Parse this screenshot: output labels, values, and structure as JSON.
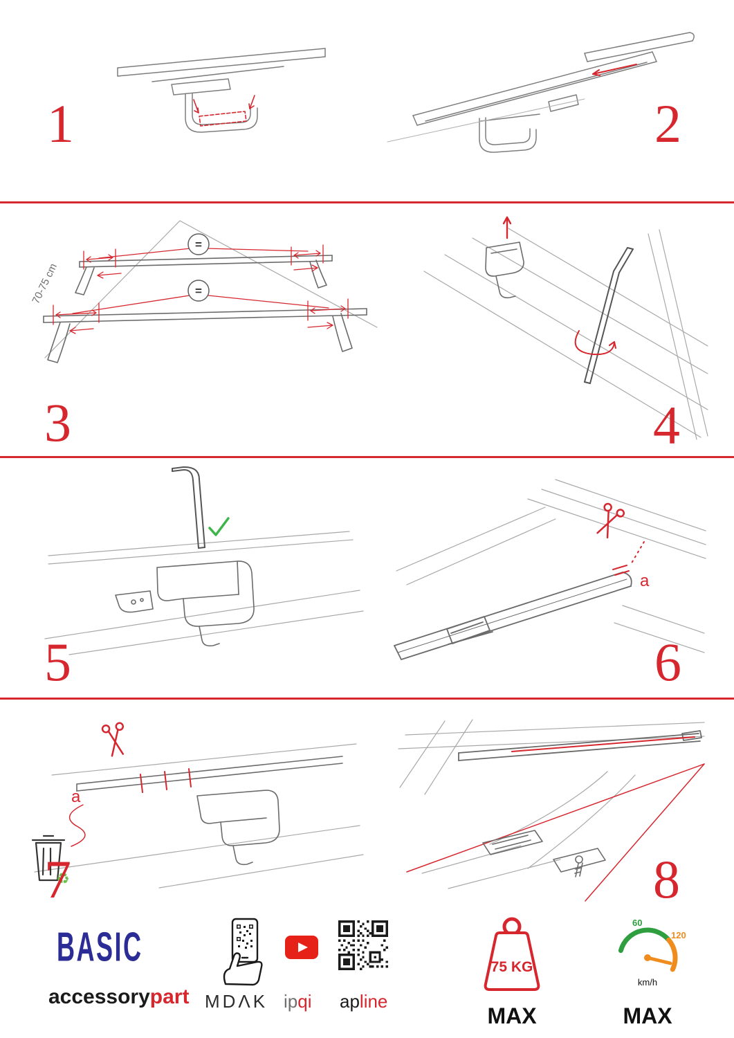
{
  "page": {
    "accent_red": "#d6262e",
    "brand_navy": "#2c2c96",
    "check_green": "#3db54a",
    "recycle_green": "#6abf4b",
    "gauge_green": "#2f9e3f",
    "gauge_orange": "#f08c1e"
  },
  "steps": [
    {
      "num": "1"
    },
    {
      "num": "2"
    },
    {
      "num": "3"
    },
    {
      "num": "4"
    },
    {
      "num": "5"
    },
    {
      "num": "6"
    },
    {
      "num": "7"
    },
    {
      "num": "8"
    }
  ],
  "annotations": {
    "equals": "=",
    "measurement": "70-75 cm",
    "check": "✓",
    "label_a": "a",
    "recycle": "♻"
  },
  "footer": {
    "brand": "BASIC",
    "brand_word_dark": "accessory",
    "brand_word_red": "part",
    "partner_mdak": "MDΛK",
    "partner_ipqi_gray": "ip",
    "partner_ipqi_red": "qi",
    "partner_apline_dark": "ap",
    "partner_apline_red": "line",
    "weight_value": "75 KG",
    "weight_max": "MAX",
    "gauge_60": "60",
    "gauge_120": "120",
    "gauge_unit": "km/h",
    "gauge_max": "MAX"
  }
}
